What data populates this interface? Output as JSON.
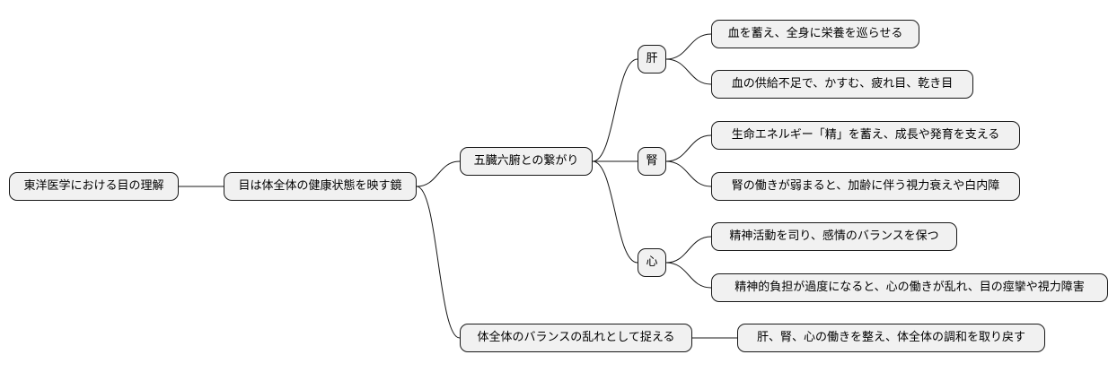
{
  "diagram": {
    "type": "mindmap",
    "colors": {
      "node_fill": "#f1f1f1",
      "node_border": "#181818",
      "text": "#000000",
      "background": "#ffffff"
    },
    "root": "東洋医学における目の理解",
    "level1": "目は体全体の健康状態を映す鏡",
    "branch_organs": {
      "label": "五臓六腑との繋がり",
      "liver": {
        "label": "肝",
        "facts": [
          "血を蓄え、全身に栄養を巡らせる",
          "血の供給不足で、かすむ、疲れ目、乾き目"
        ]
      },
      "kidney": {
        "label": "腎",
        "facts": [
          "生命エネルギー「精」を蓄え、成長や発育を支える",
          "腎の働きが弱まると、加齢に伴う視力衰えや白内障"
        ]
      },
      "heart": {
        "label": "心",
        "facts": [
          "精神活動を司り、感情のバランスを保つ",
          "精神的負担が過度になると、心の働きが乱れ、目の痙攣や視力障害"
        ]
      }
    },
    "branch_balance": {
      "label": "体全体のバランスの乱れとして捉える",
      "fact": "肝、腎、心の働きを整え、体全体の調和を取り戻す"
    }
  }
}
